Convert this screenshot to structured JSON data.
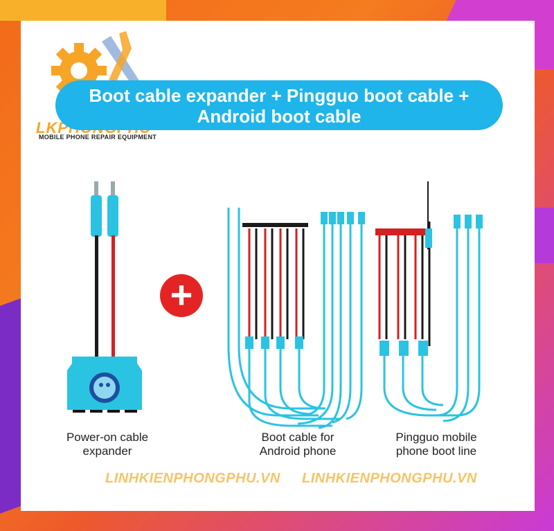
{
  "title": {
    "line1": "Boot cable expander + Pingguo boot cable +",
    "line2": "Android boot cable"
  },
  "logo": {
    "brand": "LKPHONGPHU",
    "tagline": "MOBILE PHONE REPAIR EQUIPMENT"
  },
  "plus_symbol": "+",
  "captions": {
    "expander": {
      "line1": "Power-on cable",
      "line2": "expander"
    },
    "android": {
      "line1": "Boot cable for",
      "line2": "Android phone"
    },
    "pingguo": {
      "line1": "Pingguo mobile",
      "line2": "phone boot line"
    }
  },
  "watermarks": [
    "LINHKIENPHONGPHU.VN",
    "LINHKIENPHONGPHU.VN"
  ],
  "colors": {
    "cable_blue": "#2bc3e2",
    "pill_blue": "#1fb4ea",
    "plus_red": "#e42424",
    "wire_red": "#d42020",
    "wire_black": "#1a1a1a",
    "logo_orange": "#f7a526"
  }
}
